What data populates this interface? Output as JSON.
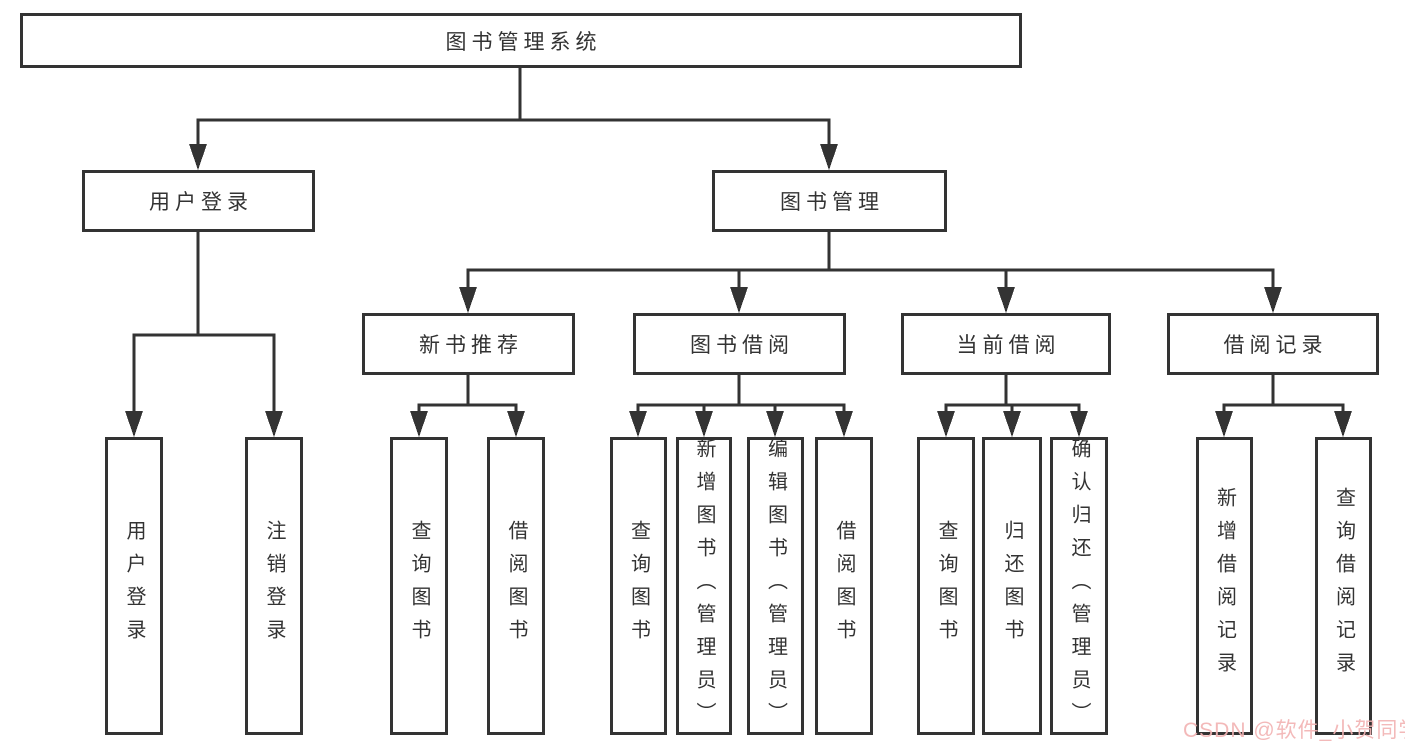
{
  "root_label": "图书管理系统",
  "level2": {
    "user_login": "用户登录",
    "book_mgmt": "图书管理"
  },
  "level3": {
    "new_books": "新书推荐",
    "book_borrow": "图书借阅",
    "current": "当前借阅",
    "records": "借阅记录"
  },
  "leaves": {
    "user_login_login": "用户登录",
    "user_login_logout": "注销登录",
    "new_books_query": "查询图书",
    "new_books_borrow": "借阅图书",
    "borrow_query": "查询图书",
    "borrow_add": "新增图书（管理员）",
    "borrow_edit": "编辑图书（管理员）",
    "borrow_borrow": "借阅图书",
    "current_query": "查询图书",
    "current_return": "归还图书",
    "current_confirm": "确认归还（管理员）",
    "records_add": "新增借阅记录",
    "records_query": "查询借阅记录"
  },
  "watermark": "CSDN @软件_小贺同学",
  "colors": {
    "line": "#333333",
    "text": "#333333",
    "watermark": "#f2b4b4",
    "background": "#ffffff"
  }
}
